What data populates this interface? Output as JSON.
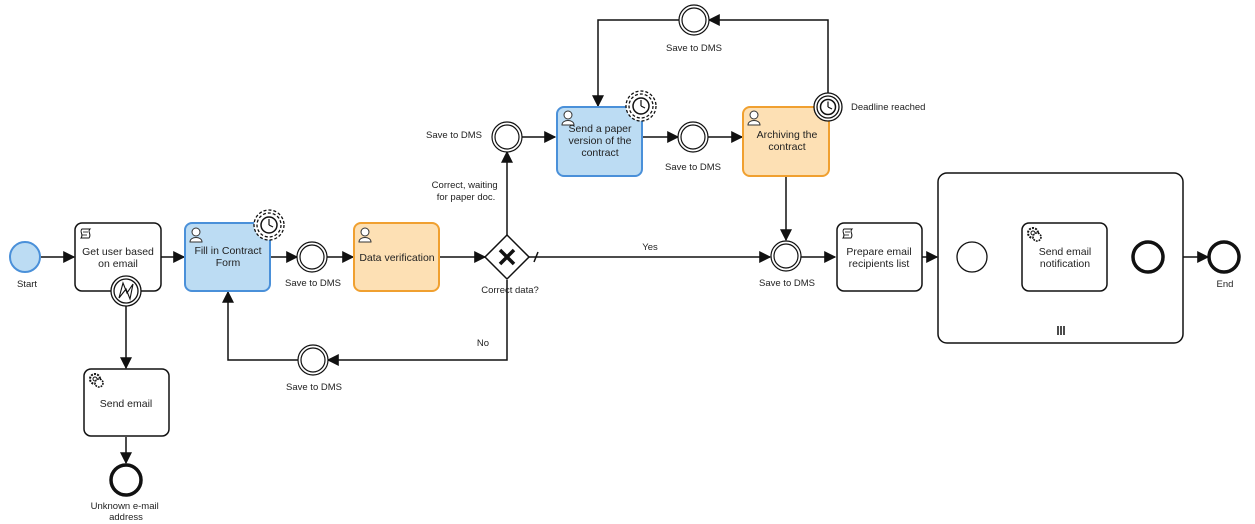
{
  "colors": {
    "user_task_fill": "#bcdcf3",
    "user_task_stroke": "#4a90d9",
    "review_task_fill": "#fde0b4",
    "review_task_stroke": "#f0a030",
    "start_fill": "#bcdcf3",
    "start_stroke": "#4a90d9",
    "line": "#111111"
  },
  "events": {
    "start": "Start",
    "end": "End",
    "unknown_email": "Unknown e-mail address",
    "deadline_reached": "Deadline reached",
    "save_to_dms_1": "Save to DMS",
    "save_to_dms_2": "Save to DMS",
    "save_to_dms_3": "Save to DMS",
    "save_to_dms_4": "Save to DMS",
    "save_to_dms_5": "Save to DMS",
    "save_to_dms_6": "Save to DMS"
  },
  "tasks": {
    "get_user": "Get user based on email",
    "send_email": "Send email",
    "fill_form": "Fill in Contract Form",
    "data_verification": "Data verification",
    "send_paper": "Send a paper version of the contract",
    "archiving": "Archiving the contract",
    "prepare_recipients": "Prepare email recipients list",
    "send_notification": "Send email notification"
  },
  "gateway": {
    "label": "Correct data?",
    "yes": "Yes",
    "no": "No",
    "waiting": "Correct, waiting for paper doc."
  },
  "icons": {
    "script": "script-icon",
    "user": "user-icon",
    "service": "gear-icon",
    "timer": "clock-icon",
    "error": "error-bolt-icon",
    "multi_instance": "parallel-multi-instance-icon",
    "gateway": "exclusive-gateway-x-icon"
  }
}
